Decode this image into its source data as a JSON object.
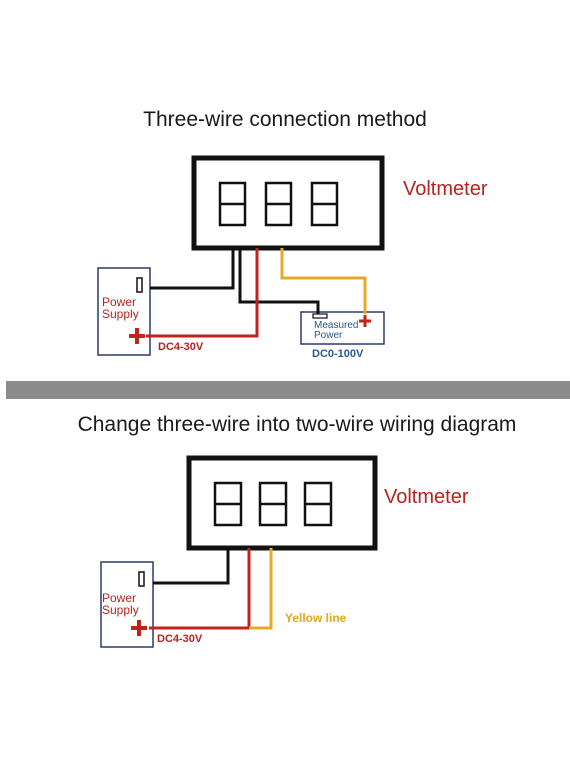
{
  "sections": [
    {
      "title": "Three-wire connection method",
      "meter_label": "Voltmeter",
      "display_digits": "888",
      "power_supply": {
        "line1": "Power",
        "line2": "Supply",
        "range": "DC4-30V"
      },
      "measured_power": {
        "line1": "Measured",
        "line2": "Power",
        "range": "DC0-100V"
      }
    },
    {
      "title": "Change three-wire into two-wire wiring diagram",
      "meter_label": "Voltmeter",
      "display_digits": "888",
      "power_supply": {
        "line1": "Power",
        "line2": "Supply",
        "range": "DC4-30V"
      },
      "yellow_line_label": "Yellow line"
    }
  ],
  "colors": {
    "black_wire": "#111111",
    "red_wire": "#c0231c",
    "yellow_wire": "#e5a92a",
    "label_red": "#b8231f",
    "label_blue": "#2a5a8a",
    "divider": "#8c8c8c"
  }
}
